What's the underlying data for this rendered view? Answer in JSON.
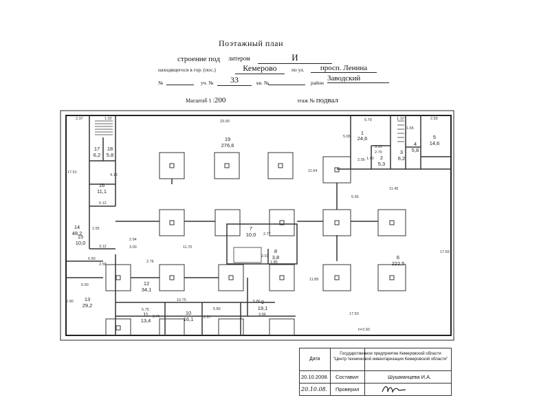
{
  "header": {
    "title": "Поэтажный план",
    "building_label": "строение под",
    "litera_label": "литером",
    "litera_value": "И",
    "located_label": "находящегося в гор. (пос.)",
    "city": "Кемерово",
    "street_label": "по ул.",
    "street": "просп. Ленина",
    "no_label": "№",
    "plot_label": "уч. №",
    "plot_value": "33",
    "apt_label": "кв. №",
    "district_label": "район",
    "district": "Заводский",
    "scale_label": "Масштаб 1 :",
    "scale_value": "200",
    "floor_label": "этаж №",
    "floor_value": "подвал"
  },
  "rooms": [
    {
      "no": "1",
      "area": "24,6"
    },
    {
      "no": "2",
      "area": "5,3"
    },
    {
      "no": "3",
      "area": "6,2"
    },
    {
      "no": "4",
      "area": "5,8"
    },
    {
      "no": "5",
      "area": "14,6"
    },
    {
      "no": "6",
      "area": "222,5"
    },
    {
      "no": "7",
      "area": "10,0"
    },
    {
      "no": "8",
      "area": "3,8"
    },
    {
      "no": "9",
      "area": "19,1"
    },
    {
      "no": "10",
      "area": "16,1"
    },
    {
      "no": "11",
      "area": "13,4"
    },
    {
      "no": "12",
      "area": "34,1"
    },
    {
      "no": "13",
      "area": "29,2"
    },
    {
      "no": "14",
      "area": "48,2"
    },
    {
      "no": "15",
      "area": "10,0"
    },
    {
      "no": "16",
      "area": "11,1"
    },
    {
      "no": "17",
      "area": "6,2"
    },
    {
      "no": "18",
      "area": "5,8"
    },
    {
      "no": "19",
      "area": "276,6"
    }
  ],
  "dimensions": [
    "2.37",
    "1.02",
    "23.90",
    "5.79",
    "1.10",
    "1.65",
    "2.59",
    "5.65",
    "17.51",
    "11.64",
    "2.05",
    "3.20",
    "2.70",
    "1.90",
    "5.55",
    "11.45",
    "5.12",
    "3.12",
    "3.00",
    "2.94",
    "2.77",
    "11.70",
    "5.50",
    "2.58",
    "2.76",
    "5.50",
    "2.03",
    "1.85",
    "11.89",
    "17.59",
    "10.75",
    "5.75",
    "5.80",
    "2.57",
    "5.86",
    "5.90",
    "3.96",
    "2.76",
    "17.50",
    "h=2.60",
    "4.18",
    "1.55"
  ],
  "stamp": {
    "org": "Государственное предприятие Кемеровской области \"Центр технической инвентаризации Кемеровской области\"",
    "date_label": "Дата",
    "date1": "20.10.2008.",
    "role1": "Составил",
    "name1": "Шушманцева И.А.",
    "date2": "20.10.08.",
    "role2": "Проверил"
  }
}
